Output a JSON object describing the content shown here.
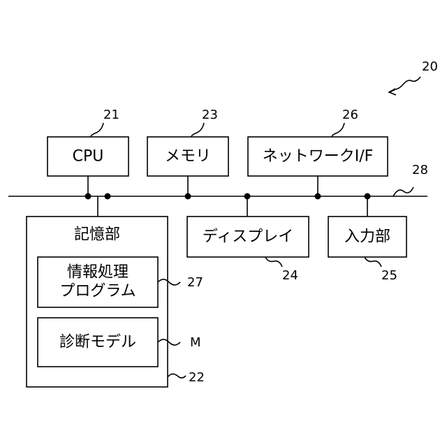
{
  "figure": {
    "ref": "20",
    "bus_ref": "28"
  },
  "blocks": {
    "cpu": {
      "label": "CPU",
      "ref": "21"
    },
    "memory": {
      "label": "メモリ",
      "ref": "23"
    },
    "network_if": {
      "label": "ネットワークI/F",
      "ref": "26"
    },
    "display": {
      "label": "ディスプレイ",
      "ref": "24"
    },
    "input_unit": {
      "label": "入力部",
      "ref": "25"
    },
    "storage": {
      "label": "記憶部",
      "ref": "22",
      "program": {
        "line1": "情報処理",
        "line2": "プログラム",
        "ref": "27"
      },
      "model": {
        "label": "診断モデル",
        "ref": "M"
      }
    }
  }
}
